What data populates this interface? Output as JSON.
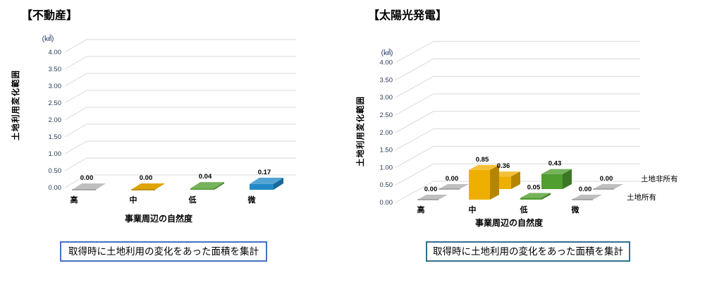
{
  "colors": {
    "gridline": "#D9D9D9",
    "tick_text": "#263C57",
    "value_text": "#000000"
  },
  "chart_data": [
    {
      "id": "real-estate",
      "type": "bar",
      "variant": "3d-column",
      "title": "【不動産】",
      "unit": "(㎢)",
      "ylabel": "土地利用変化範囲",
      "xlabel": "事業周辺の自然度",
      "caption": "取得時に土地利用の変化をあった面積を集計",
      "caption_border_color": "#4472C4",
      "categories": [
        "高",
        "中",
        "低",
        "微"
      ],
      "series": [
        {
          "name": "",
          "values": [
            0.0,
            0.0,
            0.04,
            0.17
          ]
        }
      ],
      "bar_colors": [
        [
          "#BFBFBF",
          "#DFA400",
          "#4F9E2F",
          "#2189C6"
        ]
      ],
      "ylim": [
        0,
        4.0
      ],
      "ytick_step": 0.5,
      "grid": true,
      "legend": "none"
    },
    {
      "id": "solar-power",
      "type": "bar",
      "variant": "3d-column",
      "title": "【太陽光発電】",
      "unit": "(㎢)",
      "ylabel": "土地利用変化範囲",
      "xlabel": "事業周辺の自然度",
      "caption": "取得時に土地利用の変化をあった面積を集計",
      "caption_border_color": "#31708F",
      "categories": [
        "高",
        "中",
        "低",
        "微"
      ],
      "series": [
        {
          "name": "土地所有",
          "values": [
            0.0,
            0.85,
            0.05,
            0.0
          ]
        },
        {
          "name": "土地非所有",
          "values": [
            0.0,
            0.36,
            0.43,
            0.0
          ]
        }
      ],
      "bar_colors": [
        [
          "#BFBFBF",
          "#EFAF00",
          "#4F9E2F",
          "#BFBFBF"
        ],
        [
          "#BFBFBF",
          "#EFAF00",
          "#4F9E2F",
          "#BFBFBF"
        ]
      ],
      "ylim": [
        0,
        4.0
      ],
      "ytick_step": 0.5,
      "grid": true,
      "legend": "right-series-labels"
    }
  ]
}
